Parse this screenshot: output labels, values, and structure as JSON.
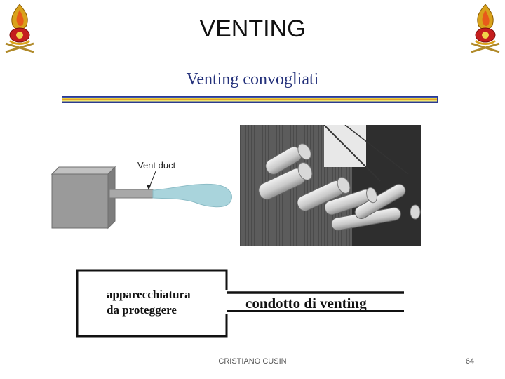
{
  "slide": {
    "title": "VENTING",
    "subtitle": "Venting convogliati"
  },
  "figure_left": {
    "label": "Vent duct",
    "icon": "vent-duct-diagram"
  },
  "figure_right": {
    "icon": "vent-ducts-photo"
  },
  "figure_bottom": {
    "equipment_line1": "apparecchiatura",
    "equipment_line2": "da proteggere",
    "duct_label": "condotto di venting"
  },
  "emblems": {
    "icon": "fire-brigade-emblem"
  },
  "footer": {
    "author": "CRISTIANO CUSIN",
    "page_number": "64"
  },
  "colors": {
    "subtitle": "#23307a",
    "rainbow_blue": "#3a4fb5",
    "rainbow_yellow": "#e9d23a",
    "rainbow_orange": "#e06b2a"
  }
}
